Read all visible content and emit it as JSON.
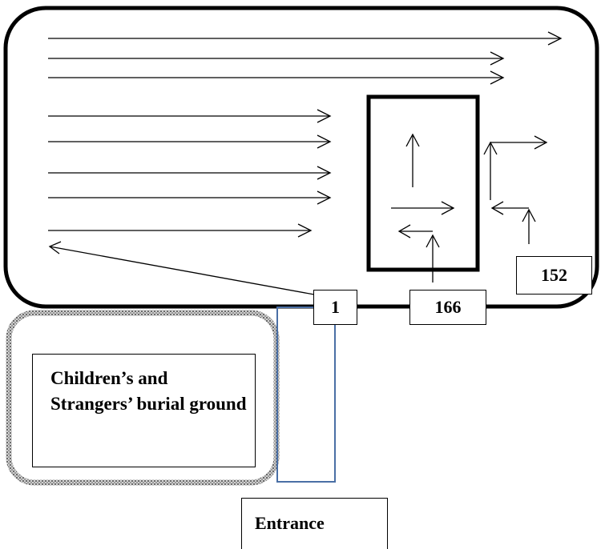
{
  "labels": {
    "plot_1": "1",
    "plot_166": "166",
    "plot_152": "152",
    "burial_ground": "Children’s and Strangers’ burial ground",
    "entrance": "Entrance"
  },
  "colors": {
    "outline": "#000000",
    "gravel_border": "#7f7f7f",
    "path_blue": "#4a6fa5"
  }
}
